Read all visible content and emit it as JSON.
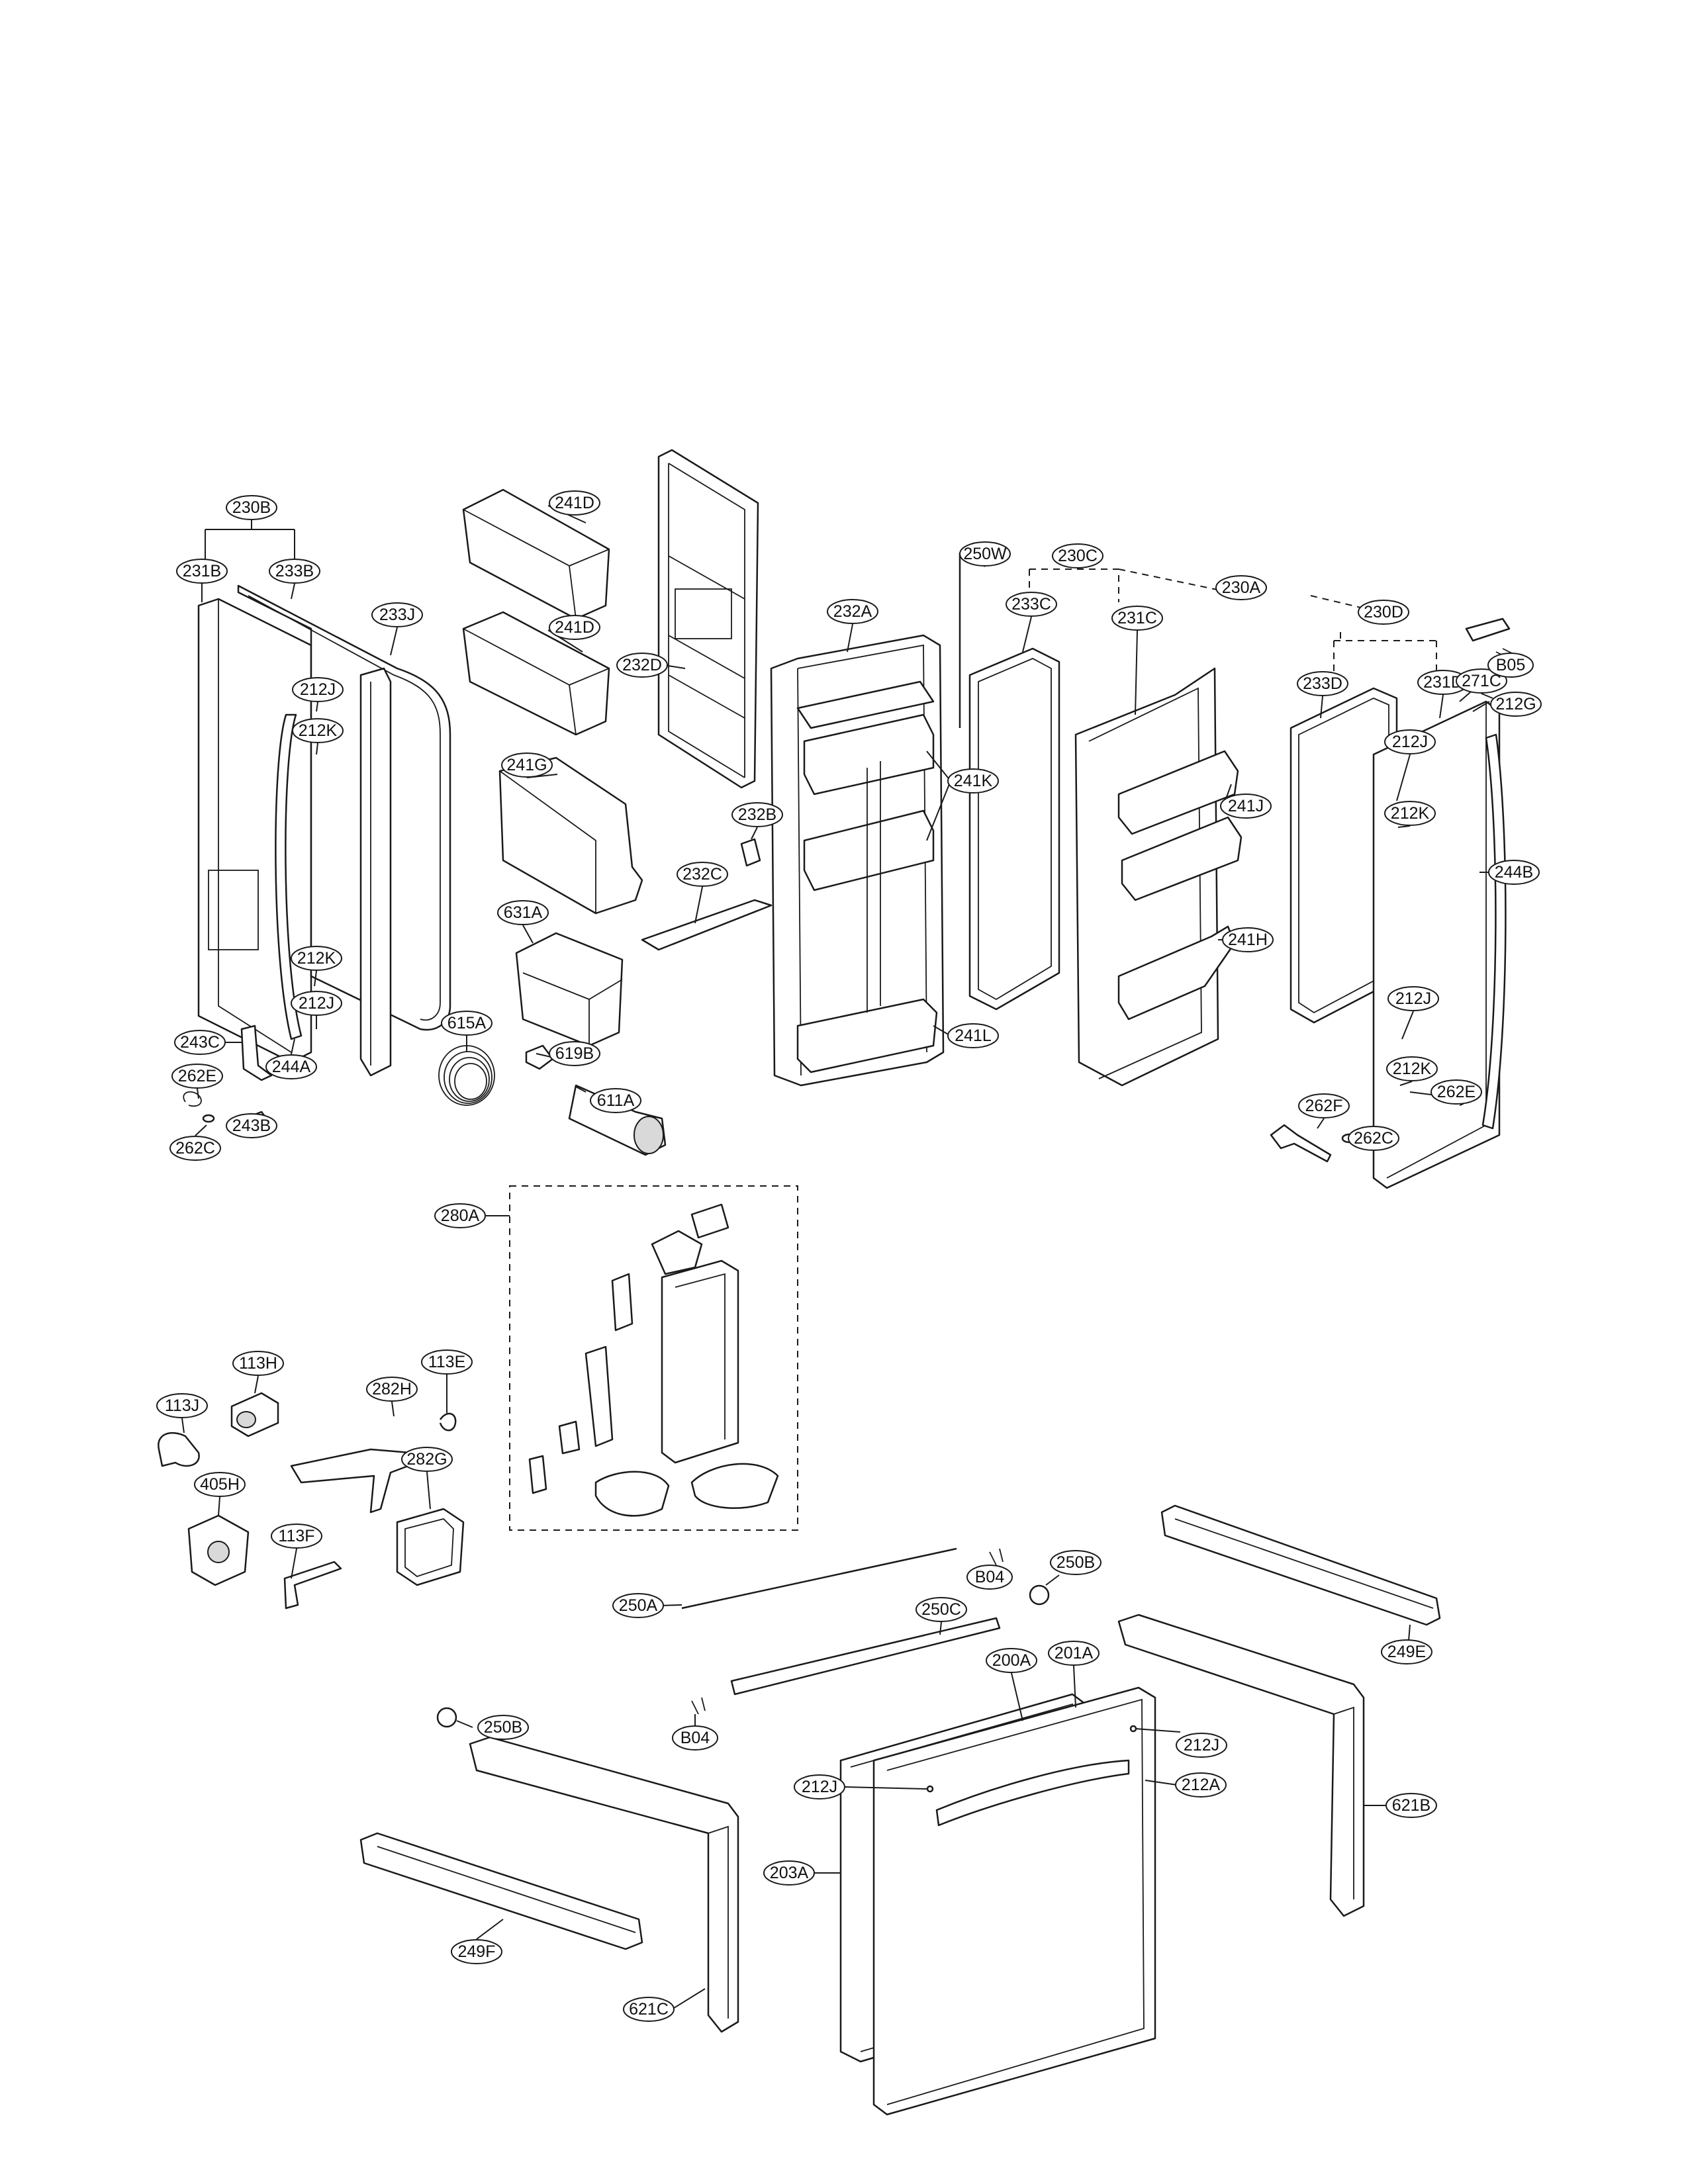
{
  "callouts": [
    {
      "id": "c-230B",
      "label": "230B"
    },
    {
      "id": "c-231B",
      "label": "231B"
    },
    {
      "id": "c-233B",
      "label": "233B"
    },
    {
      "id": "c-233J",
      "label": "233J"
    },
    {
      "id": "c-212J-a",
      "label": "212J"
    },
    {
      "id": "c-212K-a",
      "label": "212K"
    },
    {
      "id": "c-212K-b",
      "label": "212K"
    },
    {
      "id": "c-212J-b",
      "label": "212J"
    },
    {
      "id": "c-243C",
      "label": "243C"
    },
    {
      "id": "c-244A",
      "label": "244A"
    },
    {
      "id": "c-262E-a",
      "label": "262E"
    },
    {
      "id": "c-243B",
      "label": "243B"
    },
    {
      "id": "c-262C-a",
      "label": "262C"
    },
    {
      "id": "c-241D-a",
      "label": "241D"
    },
    {
      "id": "c-241D-b",
      "label": "241D"
    },
    {
      "id": "c-241G",
      "label": "241G"
    },
    {
      "id": "c-631A",
      "label": "631A"
    },
    {
      "id": "c-615A",
      "label": "615A"
    },
    {
      "id": "c-619B",
      "label": "619B"
    },
    {
      "id": "c-611A",
      "label": "611A"
    },
    {
      "id": "c-232D",
      "label": "232D"
    },
    {
      "id": "c-232B",
      "label": "232B"
    },
    {
      "id": "c-232C",
      "label": "232C"
    },
    {
      "id": "c-232A",
      "label": "232A"
    },
    {
      "id": "c-241K",
      "label": "241K"
    },
    {
      "id": "c-241L",
      "label": "241L"
    },
    {
      "id": "c-250W",
      "label": "250W"
    },
    {
      "id": "c-230C",
      "label": "230C"
    },
    {
      "id": "c-233C",
      "label": "233C"
    },
    {
      "id": "c-231C",
      "label": "231C"
    },
    {
      "id": "c-241J",
      "label": "241J"
    },
    {
      "id": "c-241H",
      "label": "241H"
    },
    {
      "id": "c-230A",
      "label": "230A"
    },
    {
      "id": "c-230D",
      "label": "230D"
    },
    {
      "id": "c-233D",
      "label": "233D"
    },
    {
      "id": "c-231D",
      "label": "231D"
    },
    {
      "id": "c-271C",
      "label": "271C"
    },
    {
      "id": "c-B05",
      "label": "B05"
    },
    {
      "id": "c-212G",
      "label": "212G"
    },
    {
      "id": "c-212J-c",
      "label": "212J"
    },
    {
      "id": "c-212K-c",
      "label": "212K"
    },
    {
      "id": "c-244B",
      "label": "244B"
    },
    {
      "id": "c-212J-d",
      "label": "212J"
    },
    {
      "id": "c-212K-d",
      "label": "212K"
    },
    {
      "id": "c-262E-b",
      "label": "262E"
    },
    {
      "id": "c-262F",
      "label": "262F"
    },
    {
      "id": "c-262C-b",
      "label": "262C"
    },
    {
      "id": "c-280A",
      "label": "280A"
    },
    {
      "id": "c-113E",
      "label": "113E"
    },
    {
      "id": "c-113J",
      "label": "113J"
    },
    {
      "id": "c-113H",
      "label": "113H"
    },
    {
      "id": "c-282H",
      "label": "282H"
    },
    {
      "id": "c-282G",
      "label": "282G"
    },
    {
      "id": "c-405H",
      "label": "405H"
    },
    {
      "id": "c-113F",
      "label": "113F"
    },
    {
      "id": "c-250A",
      "label": "250A"
    },
    {
      "id": "c-B04-a",
      "label": "B04"
    },
    {
      "id": "c-250B-a",
      "label": "250B"
    },
    {
      "id": "c-250C",
      "label": "250C"
    },
    {
      "id": "c-249E",
      "label": "249E"
    },
    {
      "id": "c-250B-b",
      "label": "250B"
    },
    {
      "id": "c-B04-b",
      "label": "B04"
    },
    {
      "id": "c-200A",
      "label": "200A"
    },
    {
      "id": "c-201A",
      "label": "201A"
    },
    {
      "id": "c-212J-e",
      "label": "212J"
    },
    {
      "id": "c-212J-f",
      "label": "212J"
    },
    {
      "id": "c-212A",
      "label": "212A"
    },
    {
      "id": "c-621B",
      "label": "621B"
    },
    {
      "id": "c-203A",
      "label": "203A"
    },
    {
      "id": "c-249F",
      "label": "249F"
    },
    {
      "id": "c-621C",
      "label": "621C"
    }
  ]
}
